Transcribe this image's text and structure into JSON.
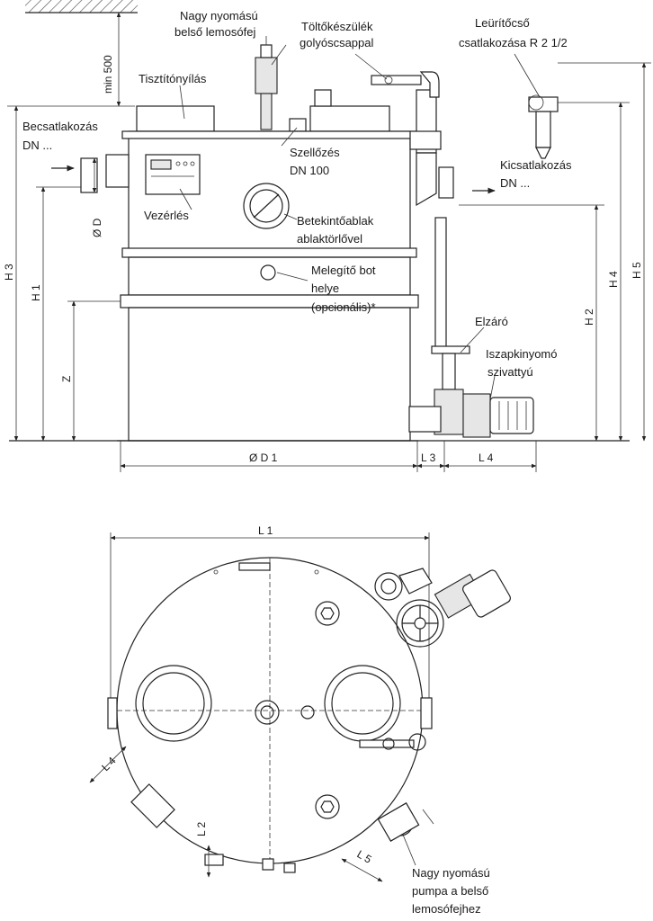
{
  "labels": {
    "nagy_nyomasu_fej": [
      "Nagy nyomású",
      "belső lemosófej"
    ],
    "toltokeszulek": [
      "Töltőkészülék",
      "golyóscsappal"
    ],
    "leuritocso": [
      "Leürítőcső",
      "csatlakozása R 2 1/2"
    ],
    "tisztitonyilas": "Tisztítónyílás",
    "becsatlakozas": [
      "Becsatlakozás",
      "DN ..."
    ],
    "szellozes": [
      "Szellőzés",
      "DN 100"
    ],
    "kicsatlakozas": [
      "Kicsatlakozás",
      "DN ..."
    ],
    "vezerles": "Vezérlés",
    "betekintoablak": [
      "Betekintőablak",
      "ablaktörlővel"
    ],
    "melegito": [
      "Melegítő bot",
      "helye",
      "(opcionális)*"
    ],
    "elzaro": "Elzáró",
    "iszapkinyomo": [
      "Iszapkinyomó",
      "szivattyú"
    ],
    "nagy_nyomasu_pumpa": [
      "Nagy nyomású",
      "pumpa a belső",
      "lemosófejhez"
    ]
  },
  "dimensions": {
    "min500": "min 500",
    "od": "Ø D",
    "od1": "Ø D 1",
    "h1": "H 1",
    "h2": "H 2",
    "h3": "H 3",
    "h4": "H 4",
    "h5": "H 5",
    "z": "Z",
    "l1": "L 1",
    "l2": "L 2",
    "l3": "L 3",
    "l4": "L 4",
    "l5": "L 5"
  },
  "icons": [
    "arrow-in-icon",
    "arrow-out-icon",
    "ground-hatch-icon"
  ]
}
